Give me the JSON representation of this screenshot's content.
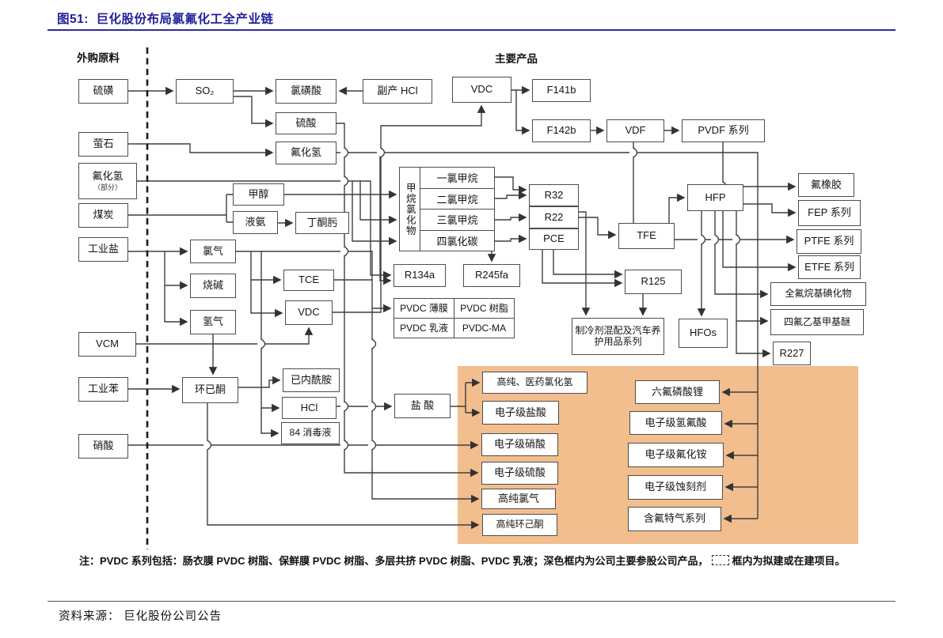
{
  "figure": {
    "label": "图51:",
    "title": "巨化股份布局氯氟化工全产业链"
  },
  "headers": {
    "raw_materials": "外购原料",
    "main_products": "主要产品"
  },
  "groups": {
    "methane_chlorides_label": "甲烷氯化物"
  },
  "nodes": {
    "sulfur": "硫磺",
    "fluorite": "萤石",
    "hf_part": "氟化氢",
    "hf_part_sub": "（部分）",
    "coal": "煤炭",
    "salt": "工业盐",
    "vcm": "VCM",
    "benzene": "工业苯",
    "nitric": "硝酸",
    "so2": "SO₂",
    "chlorosulfonic": "氯磺酸",
    "byproduct_hcl": "副产 HCl",
    "sulfuric": "硫酸",
    "hf_mid": "氟化氢",
    "methanol": "甲醇",
    "liquid_ammonia": "液氨",
    "butanone_oxime": "丁酮肟",
    "chlorine": "氯气",
    "caustic": "烧碱",
    "hydrogen": "氢气",
    "tce": "TCE",
    "vdc_mid": "VDC",
    "cyclohexanone": "环已酮",
    "caprolactam": "已内酰胺",
    "hcl": "HCl",
    "disinfectant": "84 消毒液",
    "hydrochloric": "盐 酸",
    "mc1": "一氯甲烷",
    "mc2": "二氯甲烷",
    "mc3": "三氯甲烷",
    "mc4": "四氯化碳",
    "r134a": "R134a",
    "r245fa": "R245fa",
    "pvdc_film": "PVDC 薄膜",
    "pvdc_resin": "PVDC 树脂",
    "pvdc_latex": "PVDC 乳液",
    "pvdc_ma": "PVDC-MA",
    "vdc_top": "VDC",
    "f141b": "F141b",
    "f142b": "F142b",
    "vdf": "VDF",
    "pvdf": "PVDF 系列",
    "r32": "R32",
    "r22": "R22",
    "pce": "PCE",
    "tfe": "TFE",
    "hfp": "HFP",
    "r125": "R125",
    "refrigerant_mix": "制冷剂混配及汽车养护用品系列",
    "hfos": "HFOs",
    "r227": "R227",
    "fkm": "氟橡胶",
    "fep": "FEP 系列",
    "ptfe": "PTFE 系列",
    "etfe": "ETFE 系列",
    "pfai": "全氟烷基碘化物",
    "tfemme": "四氟乙基甲基醚",
    "hp_hcl_gas": "高纯、医药氯化氢",
    "eg_hcl": "电子级盐酸",
    "eg_nitric": "电子级硝酸",
    "eg_sulfuric": "电子级硫酸",
    "hp_chlorine": "高纯氯气",
    "hp_cyclohexanone": "高纯环己酮",
    "lipf6": "六氟磷酸锂",
    "eg_hf": "电子级氢氟酸",
    "eg_nh4f": "电子级氟化铵",
    "eg_etchant": "电子级蚀刻剂",
    "f_specialty_gas": "含氟特气系列"
  },
  "note": {
    "label": "注：",
    "part1": "PVDC 系列包括：肠衣膜 PVDC 树脂、保鲜膜 PVDC 树脂、多层共挤 PVDC 树脂、PVDC 乳液；深色框内为公司主要参股公司产品，",
    "part2": "框内为拟建或在建项目。"
  },
  "source": {
    "label": "资料来源：",
    "text": "巨化股份公司公告"
  },
  "colors": {
    "accent_blue": "#20209a",
    "zone_orange": "#f2be8e",
    "line": "#3f3f3f"
  }
}
